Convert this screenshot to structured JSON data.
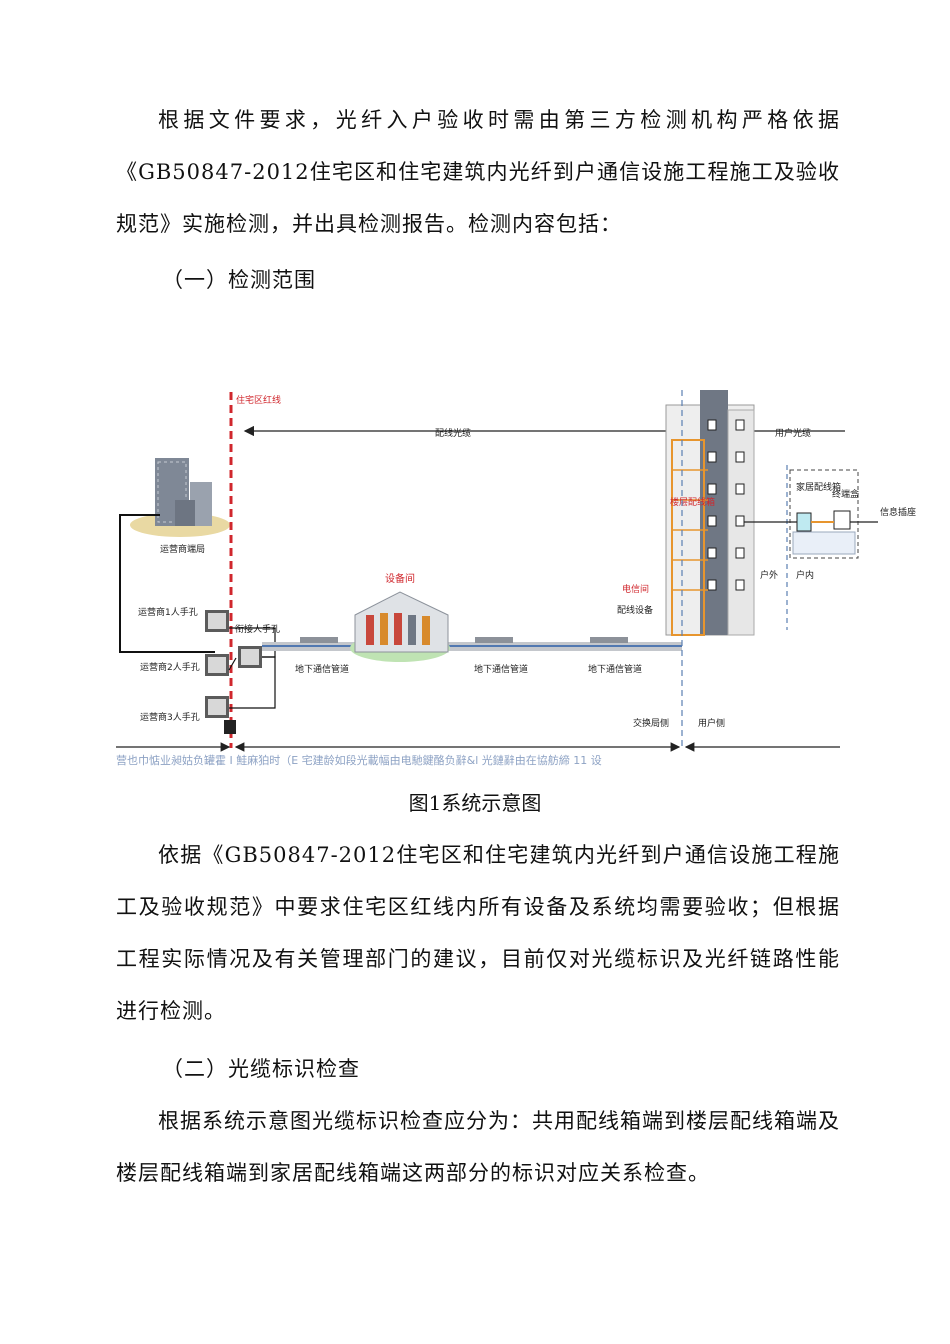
{
  "paragraphs": {
    "p1": "根据文件要求，光纤入户验收时需由第三方检测机构严格依据《GB50847-2012住宅区和住宅建筑内光纤到户通信设施工程施工及验收规范》实施检测，并出具检测报告。检测内容包括：",
    "h1": "（一）检测范围",
    "p2": "依据《GB50847-2012住宅区和住宅建筑内光纤到户通信设施工程施工及验收规范》中要求住宅区红线内所有设备及系统均需要验收；但根据工程实际情况及有关管理部门的建议，目前仅对光缆标识及光纤链路性能进行检测。",
    "h2": "（二）光缆标识检查",
    "p3": "根据系统示意图光缆标识检查应分为：共用配线箱端到楼层配线箱端及楼层配线箱端到家居配线箱端这两部分的标识对应关系检查。"
  },
  "figure": {
    "caption": "图1系统示意图",
    "labels": {
      "red_line": "住宅区红线",
      "distribution_cable": "配线光缆",
      "user_cable": "用户光缆",
      "operator_office": "运营商端局",
      "manhole1": "运营商1人手孔",
      "manhole2": "运营商2人手孔",
      "manhole3": "运营商3人手孔",
      "connect_manhole": "衔接人手孔",
      "equipment_room": "设备间",
      "duct1": "地下通信管道",
      "duct2": "地下通信管道",
      "duct3": "地下通信管道",
      "floor_box": "楼层配线箱",
      "telecom_room": "电信间",
      "wiring_equipment": "配线设备",
      "home_box": "家居配线箱",
      "terminal_box": "终端盒",
      "info_outlet": "信息插座",
      "outdoor": "户外",
      "indoor": "户内",
      "exchange_side": "交换局侧",
      "user_side": "用户侧"
    },
    "bottom_note": "营也巾惦业昶姑负罐霍 I 鮭麻狛时（E 宅建龄如段光載幅由电馳鍵酪负辭&l 光鏈辭由在協舫締 11 设"
  }
}
